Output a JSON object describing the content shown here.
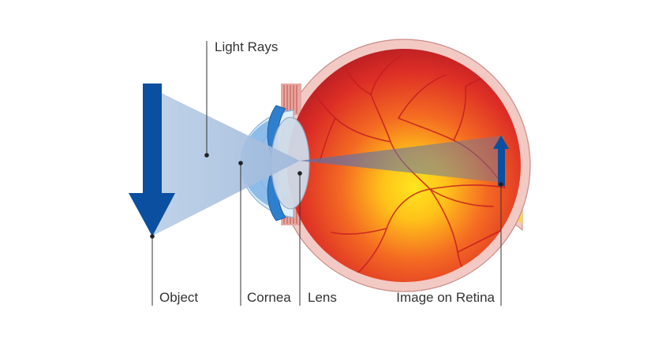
{
  "labels": {
    "light_rays": "Light Rays",
    "object": "Object",
    "cornea": "Cornea",
    "lens": "Lens",
    "image_on_retina": "Image on Retina"
  },
  "colors": {
    "arrow_blue": "#0a4fa0",
    "ray_blue": "#a9c1e0",
    "retina_red": "#d8262a",
    "retina_yellow": "#ffd21a",
    "sclera_pink": "#f3c9c4",
    "cornea_blue": "#7fb3e8",
    "leader_line": "#333333"
  }
}
